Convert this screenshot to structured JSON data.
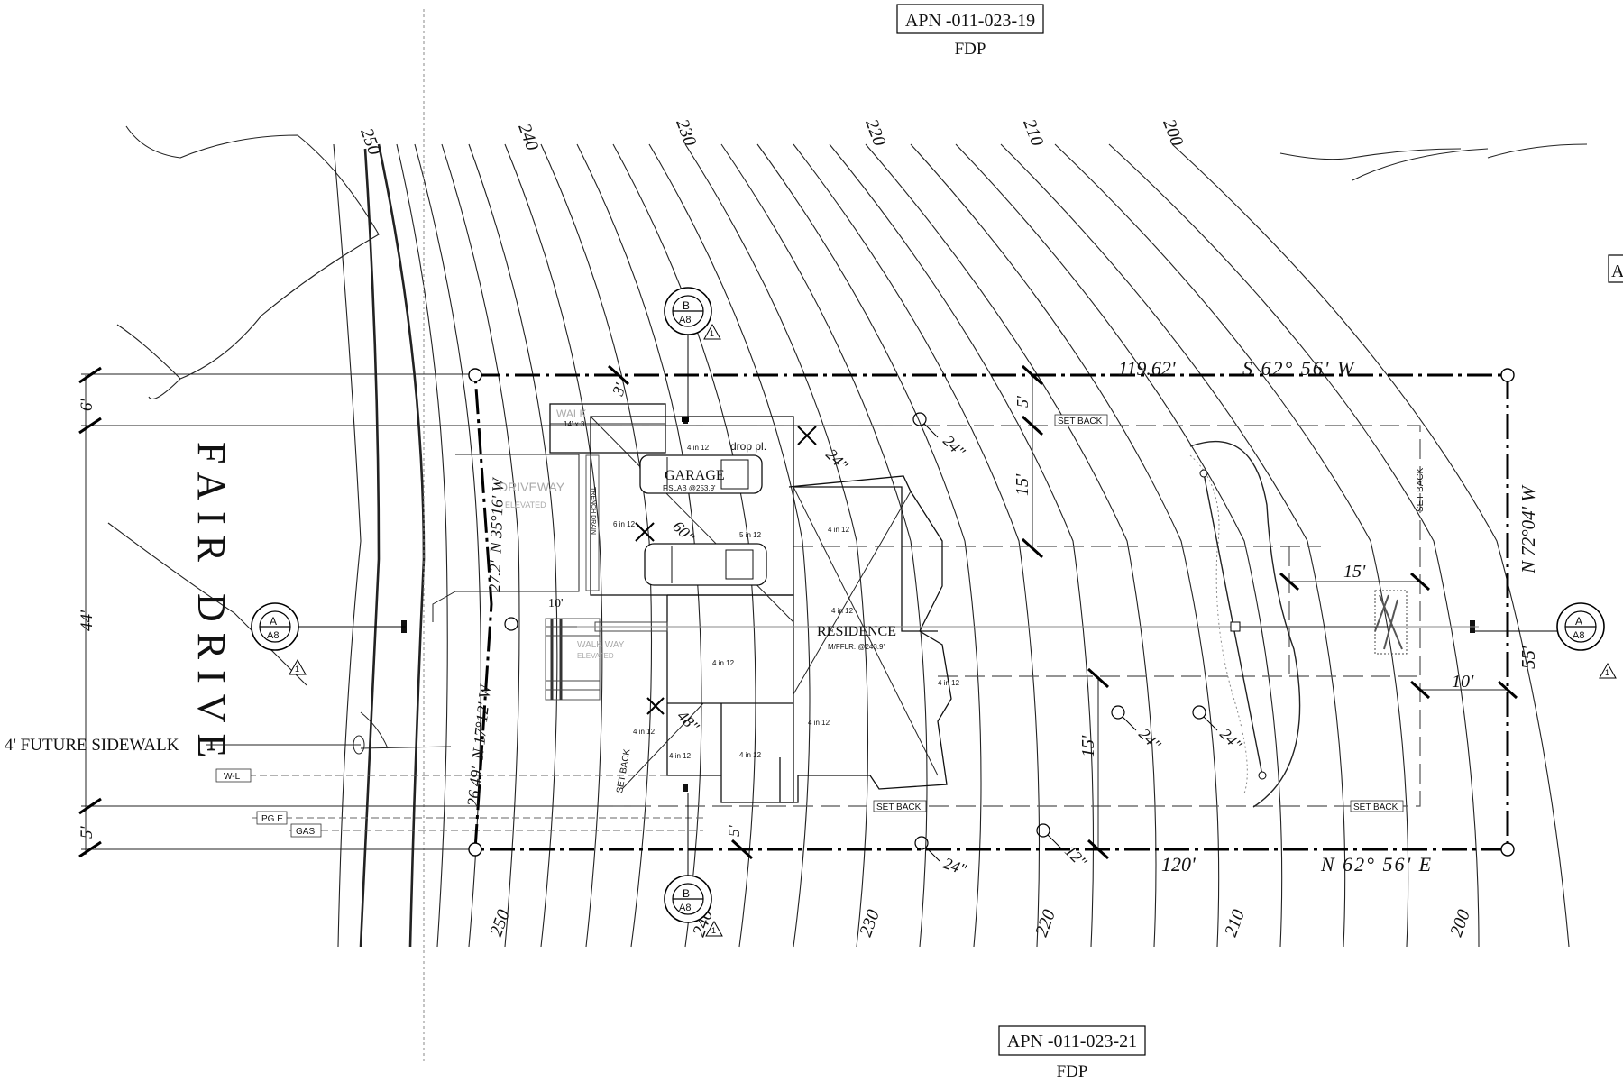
{
  "apn_top": {
    "number": "APN -011-023-19",
    "code": "FDP"
  },
  "apn_bottom": {
    "number": "APN -011-023-21",
    "code": "FDP"
  },
  "street_name": "FAIR DRIVE",
  "sidewalk_label": "4' FUTURE SIDEWALK",
  "utility_labels": {
    "water": "W-L",
    "power": "PG E",
    "gas": "GAS"
  },
  "contour_labels_top": [
    "250",
    "240",
    "230",
    "220",
    "210",
    "200"
  ],
  "contour_labels_bottom": [
    "250",
    "240",
    "230",
    "220",
    "210",
    "200"
  ],
  "bearings": {
    "north_line": {
      "length": "119.62'",
      "bearing": "S 62° 56' W"
    },
    "south_line": {
      "length": "120'",
      "bearing": "N 62° 56' E"
    },
    "east_line": {
      "bearing": "N 72°04' W",
      "length": "55'"
    },
    "west_line_upper": {
      "length": "27.2'",
      "bearing": "N 35°16' W"
    },
    "west_line_lower": {
      "length": "26.49'",
      "bearing": "N 17°12' W"
    }
  },
  "dimensions": {
    "top_margin": "6'",
    "road_width": "44'",
    "bottom_margin": "5'",
    "garage_setback": "3'",
    "rear_setback": "5'",
    "side_setback_top": "15'",
    "side_setback_bottom": "15'",
    "front_setback_bottom": "5'",
    "walk_width": "10'",
    "rear_yard_15": "15'",
    "rear_yard_10": "10'"
  },
  "rooms": {
    "garage": {
      "name": "GARAGE",
      "slab": "F.SLAB @253.9'"
    },
    "residence": {
      "name": "RESIDENCE",
      "floor": "M/FFLR. @243.9'"
    },
    "driveway": {
      "name": "DRIVEWAY",
      "note": "ELEVATED"
    },
    "walk": {
      "name": "WALK",
      "size": "14' x 3'"
    },
    "walkway": {
      "name": "WALK WAY",
      "note": "ELEVATED"
    },
    "trench_drain": "TRENCH DRAIN",
    "drop_plate": "drop pl."
  },
  "roof_pitches": [
    "4 in 12",
    "6 in 12",
    "5 in 12",
    "4 in 12",
    "4 in 12",
    "4 in 12",
    "4 in 12",
    "4 in 12",
    "4 in 12",
    "4 in 12",
    "4 in 12"
  ],
  "setback_labels": [
    "SET BACK",
    "SET BACK",
    "SET BACK",
    "SET BACK",
    "SET BACK"
  ],
  "tree_labels": [
    "60\"",
    "24\"",
    "24\"",
    "24\"",
    "24\"",
    "12\"",
    "48\"",
    "24\""
  ],
  "section_markers": [
    {
      "letter": "B",
      "sheet": "A8",
      "rev": "1"
    },
    {
      "letter": "B",
      "sheet": "A8",
      "rev": "1"
    },
    {
      "letter": "A",
      "sheet": "A8",
      "rev": "1"
    },
    {
      "letter": "A",
      "sheet": "A8",
      "rev": "1"
    }
  ],
  "edge_label": "A"
}
